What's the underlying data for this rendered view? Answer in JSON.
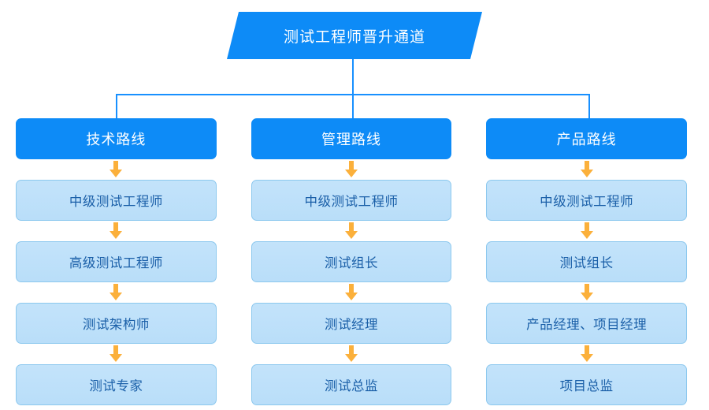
{
  "title": {
    "label": "测试工程师晋升通道"
  },
  "colors": {
    "primary_blue": "#0D8BF7",
    "step_fill": "#BFE0F8",
    "step_border": "#8CC8EE",
    "step_text": "#1A5FA8",
    "arrow_orange": "#FBB03B",
    "connector_line": "#1890FF"
  },
  "columns": [
    {
      "header": "技术路线",
      "steps": [
        "中级测试工程师",
        "高级测试工程师",
        "测试架构师",
        "测试专家"
      ]
    },
    {
      "header": "管理路线",
      "steps": [
        "中级测试工程师",
        "测试组长",
        "测试经理",
        "测试总监"
      ]
    },
    {
      "header": "产品路线",
      "steps": [
        "中级测试工程师",
        "测试组长",
        "产品经理、项目经理",
        "项目总监"
      ]
    }
  ]
}
